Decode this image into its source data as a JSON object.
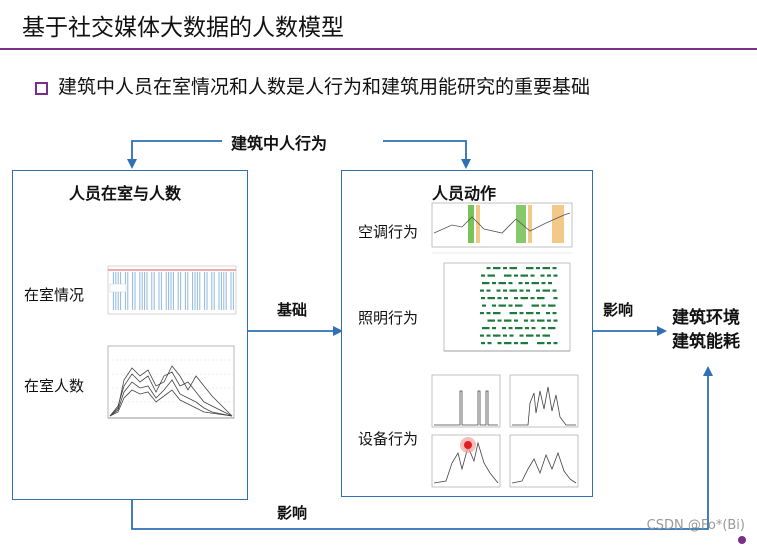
{
  "page": {
    "title": "基于社交媒体大数据的人数模型",
    "bullet": "建筑中人员在室情况和人数是人行为和建筑用能研究的重要基础"
  },
  "diagram": {
    "top_label": "建筑中人行为",
    "left_box": {
      "title": "人员在室与人数",
      "rows": [
        "在室情况",
        "在室人数"
      ]
    },
    "right_box": {
      "title": "人员动作",
      "rows": [
        "空调行为",
        "照明行为",
        "设备行为"
      ]
    },
    "arrow_basis": "基础",
    "arrow_influence": "影响",
    "bottom_influence": "影响",
    "result_lines": [
      "建筑环境",
      "建筑能耗"
    ]
  },
  "colors": {
    "accent": "#7a2f86",
    "connector": "#2f6fb4",
    "chart_line": "#444444",
    "occupancy_bars": "#8fb8dd",
    "lighting_dots": "#1e7a3c",
    "ac_green": "#7ac25a",
    "ac_orange": "#f3c98a"
  },
  "watermark": "CSDN @Fo*(Bi)"
}
